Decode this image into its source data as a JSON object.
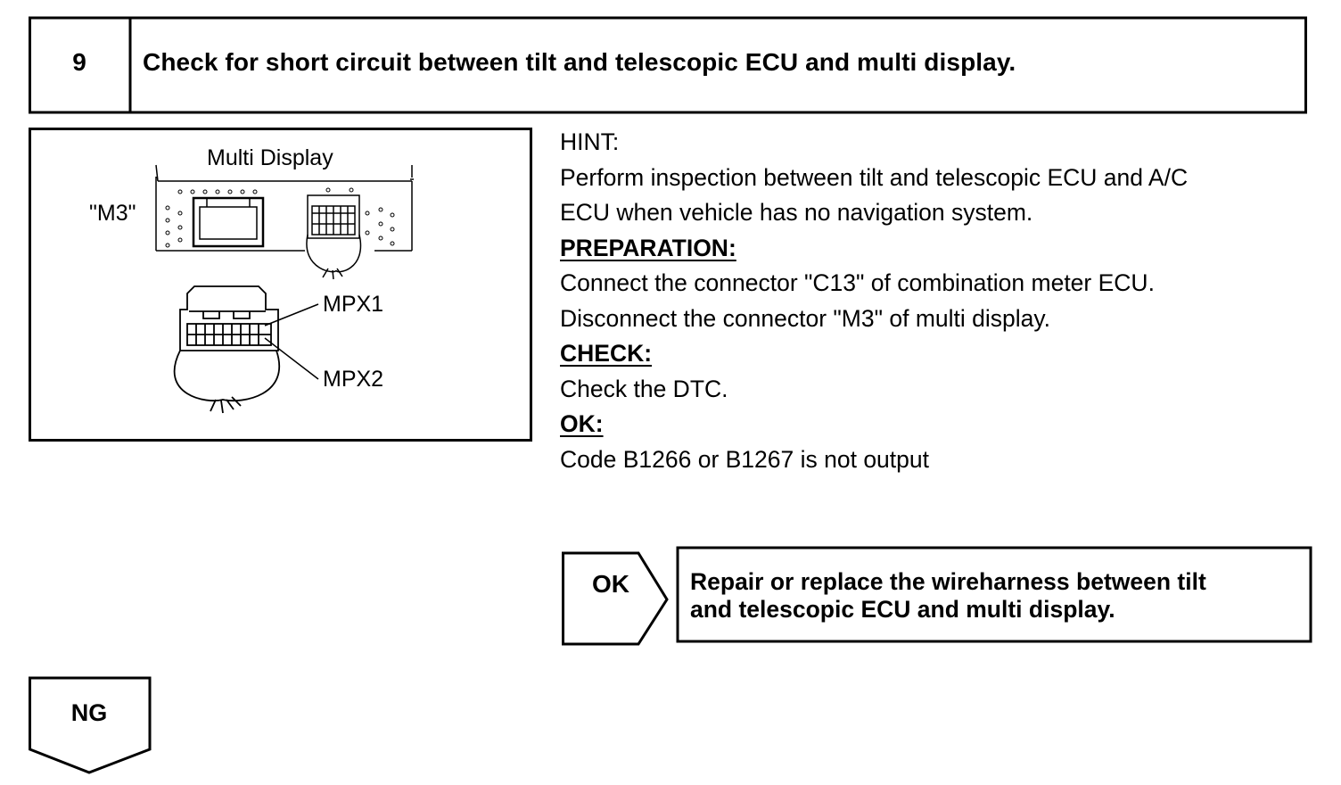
{
  "step": {
    "number": "9",
    "title": "Check for short circuit between tilt and telescopic ECU and multi display."
  },
  "illustration": {
    "display_label": "Multi Display",
    "connector_label": "\"M3\"",
    "pin_labels": [
      "MPX1",
      "MPX2"
    ]
  },
  "instructions": {
    "hint_heading": "HINT:",
    "hint_lines": [
      "Perform inspection between tilt and telescopic ECU and A/C",
      "ECU when vehicle has no navigation system."
    ],
    "preparation_heading": "PREPARATION:",
    "preparation_lines": [
      "Connect the connector \"C13\" of combination meter ECU.",
      "Disconnect the connector \"M3\" of multi display."
    ],
    "check_heading": "CHECK:",
    "check_lines": [
      "Check the DTC."
    ],
    "ok_heading": "OK:",
    "ok_lines": [
      "Code B1266 or B1267 is not output"
    ]
  },
  "ok_flow": {
    "label": "OK",
    "result_lines": [
      "Repair or replace the wireharness between tilt",
      "and telescopic ECU and multi display."
    ]
  },
  "ng_flow": {
    "label": "NG"
  }
}
